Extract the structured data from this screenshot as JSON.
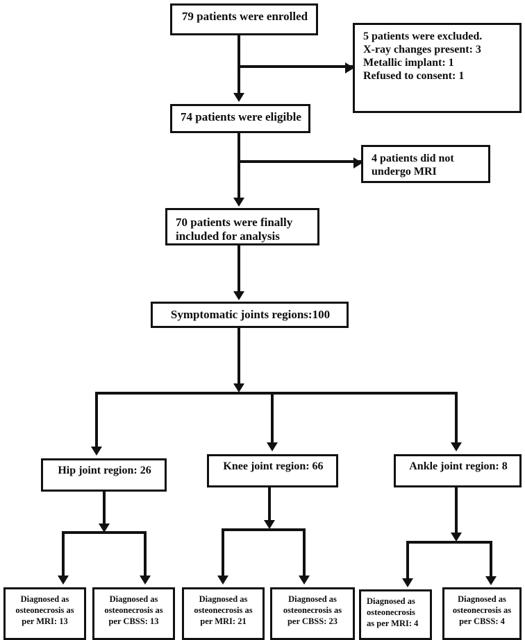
{
  "diagram": {
    "title": "Patient enrollment and joint region analysis flowchart",
    "type": "flowchart",
    "line_color": "#111111",
    "box_fill": "#ffffff",
    "nodes": {
      "enrolled": "79 patients were enrolled",
      "excluded": "5 patients were excluded.\nX-ray changes present: 3\nMetallic implant: 1\nRefused to consent: 1",
      "eligible": "74 patients were eligible",
      "no_mri": "4 patients did not\nundergo MRI",
      "included": "70 patients were finally\nincluded for analysis",
      "symptomatic": "Symptomatic joints regions:100",
      "hip": "Hip joint region: 26",
      "knee": "Knee joint region: 66",
      "ankle": "Ankle joint region: 8",
      "hip_mri": "Diagnosed as\nosteonecrosis as\nper MRI: 13",
      "hip_cbss": "Diagnosed as\nosteonecrosis as\nper CBSS: 13",
      "knee_mri": "Diagnosed as\nosteonecrosis as\nper MRI: 21",
      "knee_cbss": "Diagnosed as\nosteonecrosis as\nper CBSS: 23",
      "ankle_mri": "Diagnosed as\nosteonecrosis\nas per MRI: 4",
      "ankle_cbss": "Diagnosed as\nosteonecrosis as\nper CBSS: 4"
    },
    "values": {
      "enrolled": 79,
      "excluded_total": 5,
      "excluded_xray_changes": 3,
      "excluded_metallic_implant": 1,
      "excluded_refused_consent": 1,
      "eligible": 74,
      "did_not_undergo_mri": 4,
      "included_for_analysis": 70,
      "symptomatic_joint_regions": 100,
      "hip_joint_regions": 26,
      "knee_joint_regions": 66,
      "ankle_joint_regions": 8,
      "hip_mri": 13,
      "hip_cbss": 13,
      "knee_mri": 21,
      "knee_cbss": 23,
      "ankle_mri": 4,
      "ankle_cbss": 4
    }
  }
}
